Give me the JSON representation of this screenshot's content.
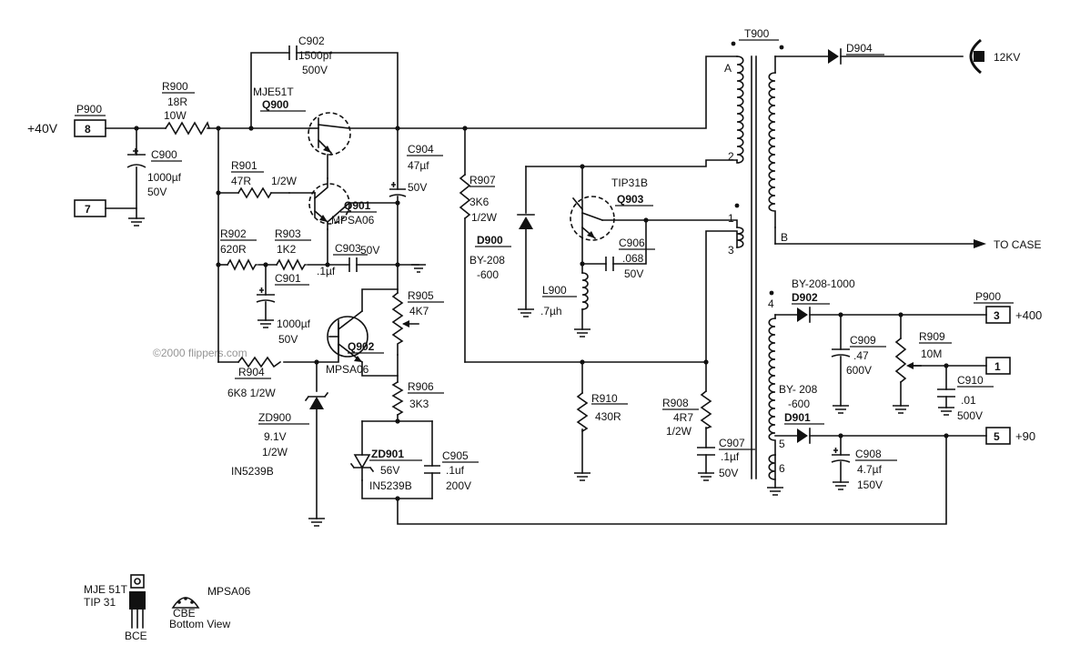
{
  "watermark": "©2000 flippers.com",
  "connectors": {
    "p900_in": {
      "ref": "P900",
      "pin": "8",
      "voltage": "+40V"
    },
    "p7": {
      "pin": "7"
    },
    "p900_out": {
      "ref": "P900",
      "pin": "3",
      "voltage": "+400"
    },
    "p1": {
      "pin": "1"
    },
    "p5": {
      "pin": "5",
      "voltage": "+90"
    }
  },
  "outputs": {
    "hv": "12KV",
    "case": "TO CASE"
  },
  "components": {
    "c902": {
      "ref": "C902",
      "v1": "1500pf",
      "v2": "500V"
    },
    "r900": {
      "ref": "R900",
      "v1": "18R",
      "v2": "10W"
    },
    "q900": {
      "part": "MJE51T",
      "ref": "Q900"
    },
    "c900": {
      "ref": "C900",
      "v1": "1000µf",
      "v2": "50V"
    },
    "r901": {
      "ref": "R901",
      "v1": "47R",
      "v2": "1/2W"
    },
    "q901": {
      "ref": "Q901",
      "part": "MPSA06"
    },
    "c904": {
      "ref": "C904",
      "v1": "47µf",
      "v2": "50V"
    },
    "r902": {
      "ref": "R902",
      "v1": "620R"
    },
    "r903": {
      "ref": "R903",
      "v1": "1K2"
    },
    "c903": {
      "ref": "C903",
      "v1": ".1µf",
      "v2": "50V"
    },
    "c901": {
      "ref": "C901",
      "v1": "1000µf",
      "v2": "50V"
    },
    "r905": {
      "ref": "R905",
      "v1": "4K7"
    },
    "q902": {
      "ref": "Q902",
      "part": "MPSA06"
    },
    "r904": {
      "ref": "R904",
      "v1": "6K8 1/2W"
    },
    "r906": {
      "ref": "R906",
      "v1": "3K3"
    },
    "zd900": {
      "ref": "ZD900",
      "v1": "9.1V",
      "v2": "1/2W",
      "v3": "IN5239B"
    },
    "zd901": {
      "ref": "ZD901",
      "v1": "56V",
      "v2": "IN5239B"
    },
    "c905": {
      "ref": "C905",
      "v1": ".1uf",
      "v2": "200V"
    },
    "r907": {
      "ref": "R907",
      "v1": "3K6",
      "v2": "1/2W"
    },
    "d900": {
      "ref": "D900",
      "v1": "BY-208",
      "v2": "-600"
    },
    "q903": {
      "part": "TIP31B",
      "ref": "Q903"
    },
    "c906": {
      "ref": "C906",
      "v1": ".068",
      "v2": "50V"
    },
    "l900": {
      "ref": "L900",
      "v1": ".7µh"
    },
    "r910": {
      "ref": "R910",
      "v1": "430R"
    },
    "r908": {
      "ref": "R908",
      "v1": "4R7",
      "v2": "1/2W"
    },
    "c907": {
      "ref": "C907",
      "v1": ".1µf",
      "v2": "50V"
    },
    "t900": {
      "ref": "T900",
      "pins": [
        "A",
        "2",
        "1",
        "3",
        "B",
        "4",
        "5",
        "6"
      ]
    },
    "d904": {
      "ref": "D904"
    },
    "d902": {
      "part": "BY-208-1000",
      "ref": "D902"
    },
    "c909": {
      "ref": "C909",
      "v1": ".47",
      "v2": "600V"
    },
    "r909": {
      "ref": "R909",
      "v1": "10M"
    },
    "c910": {
      "ref": "C910",
      "v1": ".01",
      "v2": "500V"
    },
    "d901": {
      "part1": "BY- 208",
      "part2": "-600",
      "ref": "D901"
    },
    "c908": {
      "ref": "C908",
      "v1": "4.7µf",
      "v2": "150V"
    }
  },
  "legend": {
    "tab_parts": [
      "MJE 51T",
      "TIP 31"
    ],
    "tab_pins": "BCE",
    "small_part": "MPSA06",
    "small_pins": "CBE",
    "small_view": "Bottom View"
  }
}
